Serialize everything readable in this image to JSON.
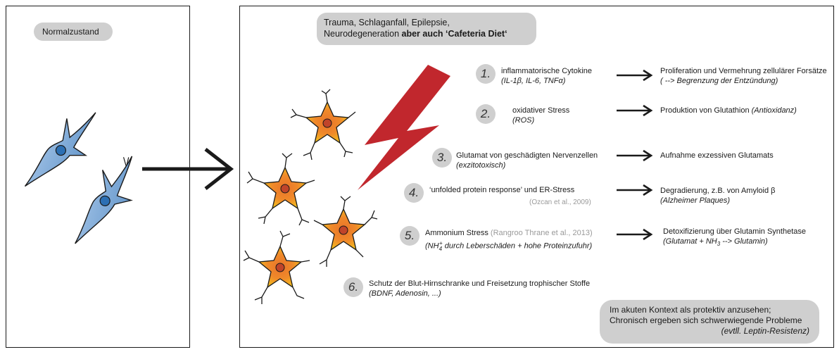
{
  "left_panel": {
    "label": "Normalzustand"
  },
  "right_panel": {
    "header_line1": "Trauma, Schlaganfall, Epilepsie,",
    "header_line2_pre": "Neurodegeneration ",
    "header_line2_bold": "aber auch ‘Cafeteria Diet‘",
    "items": [
      {
        "num": "1.",
        "title": "inflammatorische Cytokine",
        "sub": "(IL-1β, IL-6, TNFα)",
        "effect": "Proliferation und Vermehrung zellulärer Forsätze",
        "effect_sub": "( --> Begrenzung der Entzündung)"
      },
      {
        "num": "2.",
        "title": "oxidativer Stress",
        "sub": "(ROS)",
        "effect": "Produktion von Glutathion ",
        "effect_it": "(Antioxidanz)"
      },
      {
        "num": "3.",
        "title": "Glutamat von geschädigten Nervenzellen",
        "sub": "(exzitotoxisch)",
        "effect": "Aufnahme exzessiven Glutamats"
      },
      {
        "num": "4.",
        "title": "‘unfolded protein response’ und ER-Stress",
        "cite": "(Ozcan et al., 2009)",
        "effect": "Degradierung, z.B. von Amyloid β",
        "effect_sub": "(Alzheimer Plaques)"
      },
      {
        "num": "5.",
        "title": "Ammonium Stress ",
        "cite": "(Rangroo Thrane et al., 2013)",
        "sub_pre": "(NH",
        "sub_sub": "4",
        "sub_sup": "+",
        "sub_post": " durch Leberschäden + hohe Proteinzufuhr)",
        "effect": "Detoxifizierung über Glutamin Synthetase",
        "effect_sub_pre": "(Glutamat + NH",
        "effect_sub_sub": "3",
        "effect_sub_post": " --> Glutamin)"
      },
      {
        "num": "6.",
        "title": "Schutz der Blut-Hirnschranke und Freisetzung trophischer Stoffe",
        "sub": "(BDNF, Adenosin, ...)"
      }
    ],
    "conclusion_line1": "Im akuten Kontext als protektiv anzusehen;",
    "conclusion_line2": "Chronisch ergeben sich schwerwiegende Probleme",
    "conclusion_line3": "(evtll. Leptin-Resistenz)"
  },
  "colors": {
    "resting_cell": "#6fa2d4",
    "resting_nucleus": "#2c6fb3",
    "reactive_cell_outer": "#f3c21c",
    "reactive_cell_inner": "#e8732a",
    "reactive_nucleus": "#c0442a",
    "lightning": "#c1272d",
    "pill": "#cfcfcf",
    "stroke": "#1a1a1a"
  }
}
